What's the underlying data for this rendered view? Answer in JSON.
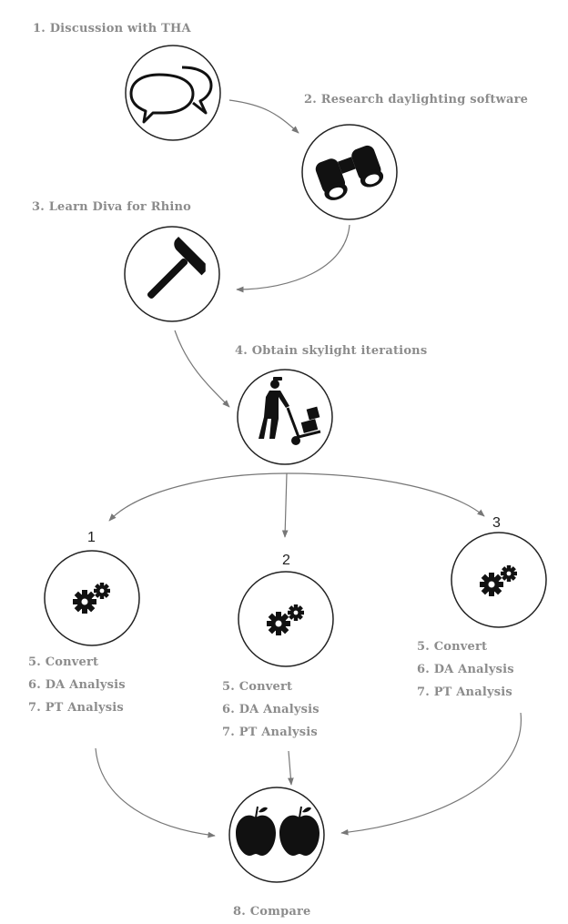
{
  "steps": {
    "s1": "1. Discussion with THA",
    "s2": "2. Research daylighting software",
    "s3": "3. Learn Diva for Rhino",
    "s4": "4. Obtain skylight iterations",
    "s8": "8. Compare"
  },
  "branches": [
    {
      "number": "1",
      "steps": [
        "5. Convert",
        "6. DA Analysis",
        "7. PT Analysis"
      ]
    },
    {
      "number": "2",
      "steps": [
        "5. Convert",
        "6. DA Analysis",
        "7. PT Analysis"
      ]
    },
    {
      "number": "3",
      "steps": [
        "5. Convert",
        "6. DA Analysis",
        "7. PT Analysis"
      ]
    }
  ],
  "icons": {
    "s1": "speech-bubbles-icon",
    "s2": "binoculars-icon",
    "s3": "hammer-icon",
    "s4": "worker-hand-truck-icon",
    "branch": "gears-icon",
    "s8": "apples-icon"
  },
  "colors": {
    "label_text": "#8c8c8c",
    "icon_fill": "#111111",
    "connector": "#777777"
  }
}
